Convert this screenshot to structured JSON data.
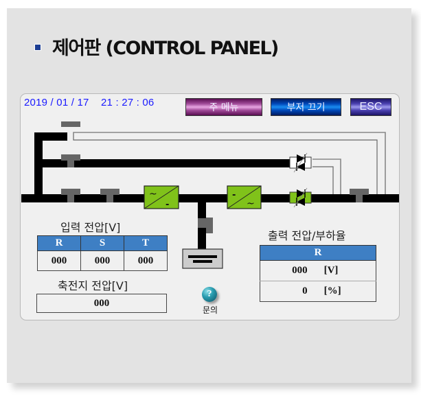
{
  "title": {
    "text": "제어판 (CONTROL PANEL)"
  },
  "header": {
    "datetime": "2019 / 01 / 17    21 : 27 : 06",
    "buttons": {
      "main_menu": "주 메뉴",
      "buzzer_off": "부저 끄기",
      "esc": "ESC"
    }
  },
  "diagram": {
    "converters": [
      {
        "name": "rectifier",
        "top_symbol": "~",
        "bottom_symbol": "-"
      },
      {
        "name": "inverter",
        "top_symbol": "-",
        "bottom_symbol": "~"
      }
    ],
    "colors": {
      "converter_fill": "#80c21a",
      "bus": "#000000",
      "breaker": "#666666",
      "static_switch_active": "#80c21a",
      "battery_fill": "#cccccc"
    }
  },
  "input_voltage": {
    "label": "입력 전압[V]",
    "headers": [
      "R",
      "S",
      "T"
    ],
    "values": [
      "000",
      "000",
      "000"
    ]
  },
  "battery_voltage": {
    "label": "축전지 전압[V]",
    "value": "000"
  },
  "output": {
    "label": "출력 전압/부하율",
    "header": "R",
    "rows": [
      {
        "value": "000",
        "unit": "[V]"
      },
      {
        "value": "0",
        "unit": "[%]"
      }
    ]
  },
  "help": {
    "icon_glyph": "?",
    "label": "문의"
  },
  "colors": {
    "accent_blue": "#3e7fc4",
    "datetime_blue": "#1a1aff",
    "title_bullet": "#1d3e93"
  }
}
